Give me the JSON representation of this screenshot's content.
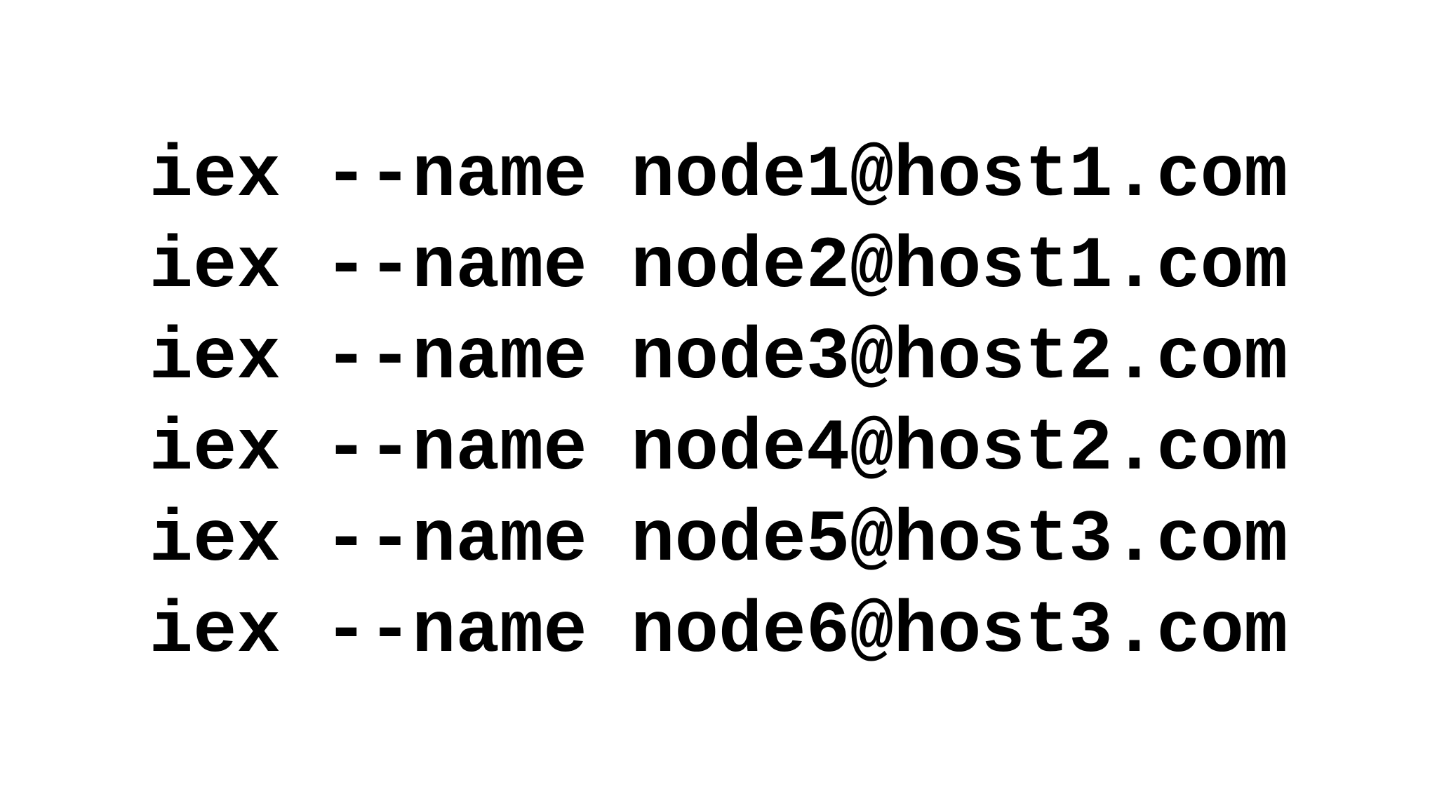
{
  "page": {
    "background_color": "#ffffff",
    "text_color": "#000000"
  },
  "code_lines": [
    "iex --name node1@host1.com",
    "iex --name node2@host1.com",
    "iex --name node3@host2.com",
    "iex --name node4@host2.com",
    "iex --name node5@host3.com",
    "iex --name node6@host3.com"
  ]
}
